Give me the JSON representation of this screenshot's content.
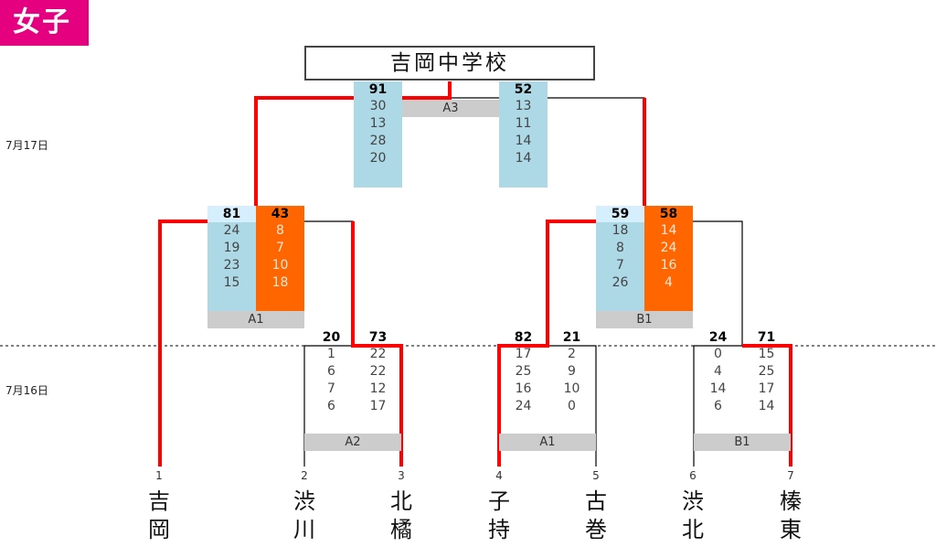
{
  "header": {
    "gender_tag": "女子",
    "champion": "吉岡中学校"
  },
  "dates": {
    "round2": "7月17日",
    "round1": "7月16日"
  },
  "teams": [
    {
      "no": "1",
      "name_top": "吉",
      "name_bottom": "岡"
    },
    {
      "no": "2",
      "name_top": "渋",
      "name_bottom": "川"
    },
    {
      "no": "3",
      "name_top": "北",
      "name_bottom": "橘"
    },
    {
      "no": "4",
      "name_top": "子",
      "name_bottom": "持"
    },
    {
      "no": "5",
      "name_top": "古",
      "name_bottom": "巻"
    },
    {
      "no": "6",
      "name_top": "渋",
      "name_bottom": "北"
    },
    {
      "no": "7",
      "name_top": "榛",
      "name_bottom": "東"
    }
  ],
  "matches": {
    "r1_2v3": {
      "court": "A2",
      "left": {
        "total": "20",
        "sets": [
          "1",
          "6",
          "7",
          "6"
        ]
      },
      "right": {
        "total": "73",
        "sets": [
          "22",
          "22",
          "12",
          "17"
        ]
      }
    },
    "r1_4v5": {
      "court": "A1",
      "left": {
        "total": "82",
        "sets": [
          "17",
          "25",
          "16",
          "24"
        ]
      },
      "right": {
        "total": "21",
        "sets": [
          "2",
          "9",
          "10",
          "0"
        ]
      }
    },
    "r1_6v7": {
      "court": "B1",
      "left": {
        "total": "24",
        "sets": [
          "0",
          "4",
          "14",
          "6"
        ]
      },
      "right": {
        "total": "71",
        "sets": [
          "15",
          "25",
          "17",
          "14"
        ]
      }
    },
    "sf_left": {
      "court": "A1",
      "left": {
        "total": "81",
        "sets": [
          "24",
          "19",
          "23",
          "15"
        ]
      },
      "right": {
        "total": "43",
        "sets": [
          "8",
          "7",
          "10",
          "18"
        ]
      }
    },
    "sf_right": {
      "court": "B1",
      "left": {
        "total": "59",
        "sets": [
          "18",
          "8",
          "7",
          "26"
        ]
      },
      "right": {
        "total": "58",
        "sets": [
          "14",
          "24",
          "16",
          "4"
        ]
      }
    },
    "final": {
      "court": "A3",
      "left": {
        "total": "91",
        "sets": [
          "30",
          "13",
          "28",
          "20"
        ]
      },
      "right": {
        "total": "52",
        "sets": [
          "13",
          "11",
          "14",
          "14"
        ]
      }
    }
  },
  "colors": {
    "tag": "#e4007f",
    "win_line": "#ff0000",
    "line": "#000000",
    "score_blue": "#add8e6",
    "score_orange": "#ff6600",
    "court_gray": "#cccccc"
  }
}
